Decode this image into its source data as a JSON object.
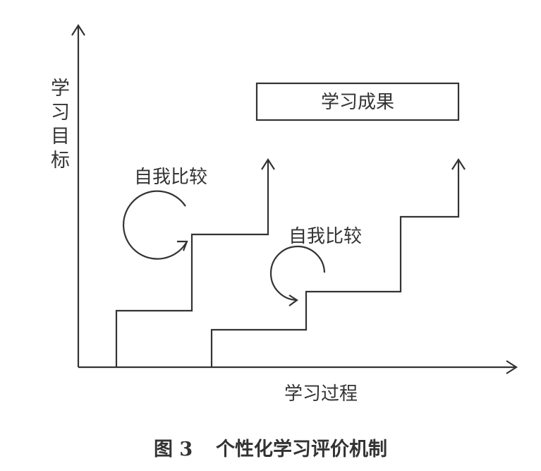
{
  "figure": {
    "axis_y_label_chars": [
      "学",
      "习",
      "目",
      "标"
    ],
    "axis_x_label": "学习过程",
    "outcome_box_label": "学习成果",
    "self_compare_label_upper": "自我比较",
    "self_compare_label_lower": "自我比较",
    "caption_number": "图 3",
    "caption_title": "个性化学习评价机制"
  },
  "colors": {
    "stroke": "#333333",
    "background": "#ffffff"
  }
}
